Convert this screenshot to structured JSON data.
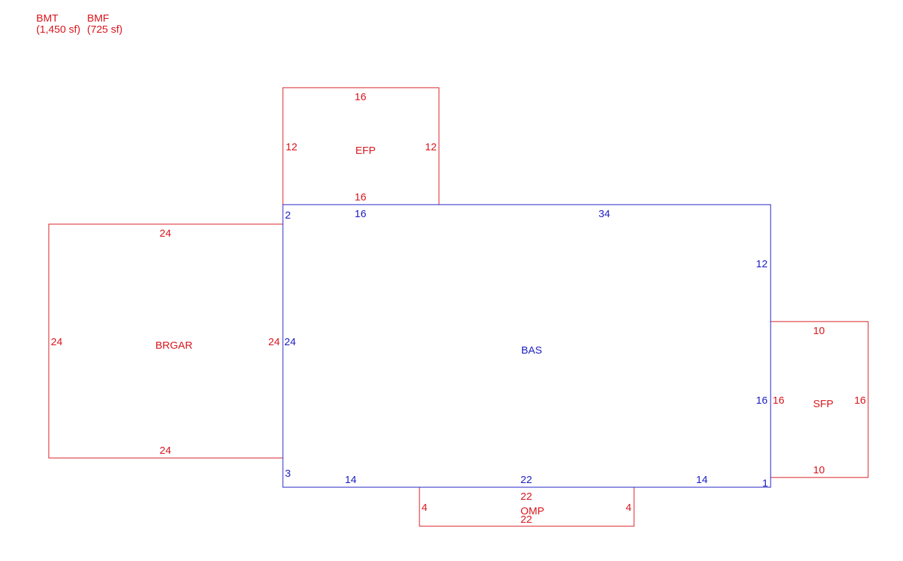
{
  "colors": {
    "red": "#d9141b",
    "blue": "#1b1bc4"
  },
  "legend": [
    {
      "code": "BMT",
      "area": "(1,450 sf)"
    },
    {
      "code": "BMF",
      "area": "(725 sf)"
    }
  ],
  "areas": {
    "efp": {
      "name": "EFP",
      "top": "16",
      "bottom": "16",
      "left": "12",
      "right": "12"
    },
    "bas": {
      "name": "BAS",
      "top_left_seg": "16",
      "top_right_seg": "34",
      "right_upper": "12",
      "right_lower": "16",
      "left": "24",
      "bottom_left": "14",
      "bottom_mid": "22",
      "bottom_right": "14",
      "vertex_2": "2",
      "vertex_3": "3",
      "vertex_1": "1"
    },
    "brgar": {
      "name": "BRGAR",
      "top": "24",
      "bottom": "24",
      "left": "24",
      "right": "24"
    },
    "sfp": {
      "name": "SFP",
      "top": "10",
      "bottom": "10",
      "left": "16",
      "right": "16"
    },
    "omp": {
      "name": "OMP",
      "top": "22",
      "bottom": "22",
      "left": "4",
      "right": "4"
    }
  }
}
